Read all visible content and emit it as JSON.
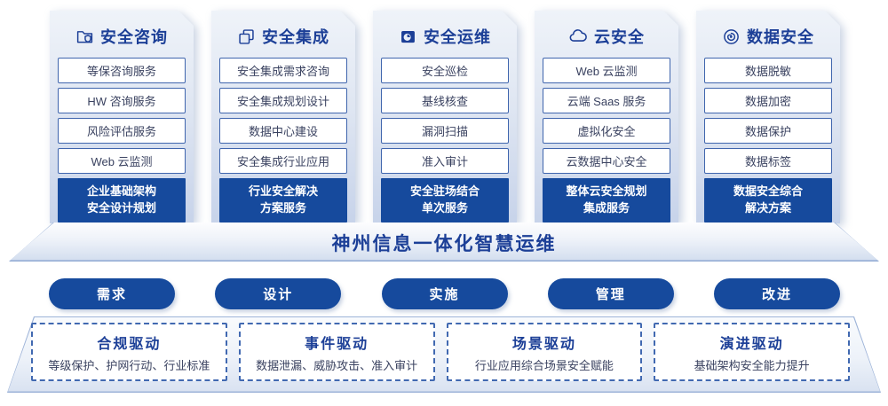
{
  "theme": {
    "primary_blue": "#164a9d",
    "title_blue": "#1c3f97",
    "item_text": "#3a4260",
    "item_border": "#3f65ad",
    "card_gradient_top": "#eff3f9",
    "card_gradient_bottom": "#c7d3ea"
  },
  "columns": [
    {
      "icon": "folder-shield-icon",
      "title": "安全咨询",
      "items": [
        "等保咨询服务",
        "HW 咨询服务",
        "风险评估服务",
        "Web 云监测"
      ],
      "highlight": "企业基础架构\n安全设计规划"
    },
    {
      "icon": "copy-docs-icon",
      "title": "安全集成",
      "items": [
        "安全集成需求咨询",
        "安全集成规划设计",
        "数据中心建设",
        "安全集成行业应用"
      ],
      "highlight": "行业安全解决\n方案服务"
    },
    {
      "icon": "folder-clock-icon",
      "title": "安全运维",
      "items": [
        "安全巡检",
        "基线核查",
        "漏洞扫描",
        "准入审计"
      ],
      "highlight": "安全驻场结合\n单次服务"
    },
    {
      "icon": "cloud-icon",
      "title": "云安全",
      "items": [
        "Web 云监测",
        "云端 Saas 服务",
        "虚拟化安全",
        "云数据中心安全"
      ],
      "highlight": "整体云安全规划\n集成服务"
    },
    {
      "icon": "fingerprint-icon",
      "title": "数据安全",
      "items": [
        "数据脱敏",
        "数据加密",
        "数据保护",
        "数据标签"
      ],
      "highlight": "数据安全综合\n解决方案"
    }
  ],
  "banner": {
    "title": "神州信息一体化智慧运维"
  },
  "process_steps": [
    "需求",
    "设计",
    "实施",
    "管理",
    "改进"
  ],
  "drivers": [
    {
      "title": "合规驱动",
      "desc": "等级保护、护网行动、行业标准"
    },
    {
      "title": "事件驱动",
      "desc": "数据泄漏、威胁攻击、准入审计"
    },
    {
      "title": "场景驱动",
      "desc": "行业应用综合场景安全赋能"
    },
    {
      "title": "演进驱动",
      "desc": "基础架构安全能力提升"
    }
  ]
}
